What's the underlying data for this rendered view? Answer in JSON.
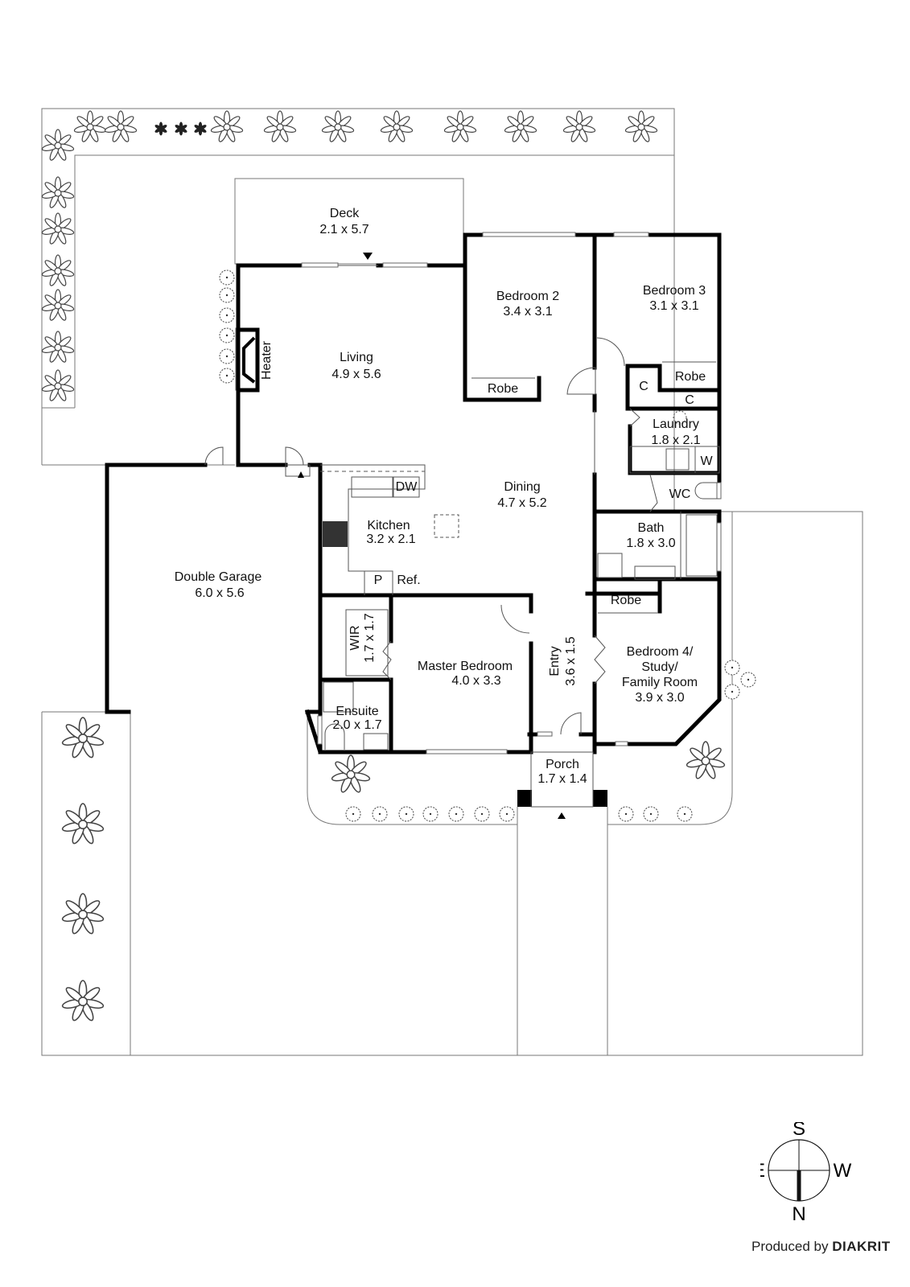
{
  "floorplan": {
    "rooms": [
      {
        "id": "deck",
        "name": "Deck",
        "dims": "2.1 x 5.7"
      },
      {
        "id": "living",
        "name": "Living",
        "dims": "4.9 x 5.6"
      },
      {
        "id": "bedroom2",
        "name": "Bedroom 2",
        "dims": "3.4 x 3.1"
      },
      {
        "id": "bedroom3",
        "name": "Bedroom 3",
        "dims": "3.1 x 3.1"
      },
      {
        "id": "laundry",
        "name": "Laundry",
        "dims": "1.8 x 2.1"
      },
      {
        "id": "dining",
        "name": "Dining",
        "dims": "4.7 x 5.2"
      },
      {
        "id": "kitchen",
        "name": "Kitchen",
        "dims": "3.2 x 2.1"
      },
      {
        "id": "bath",
        "name": "Bath",
        "dims": "1.8 x 3.0"
      },
      {
        "id": "garage",
        "name": "Double Garage",
        "dims": "6.0 x 5.6"
      },
      {
        "id": "wir",
        "name": "WIR",
        "dims": "1.7 x 1.7"
      },
      {
        "id": "master",
        "name": "Master Bedroom",
        "dims": "4.0 x 3.3"
      },
      {
        "id": "entry",
        "name": "Entry",
        "dims": "3.6 x 1.5"
      },
      {
        "id": "bedroom4",
        "name_lines": [
          "Bedroom 4/",
          "Study/",
          "Family Room"
        ],
        "dims": "3.9 x 3.0"
      },
      {
        "id": "ensuite",
        "name": "Ensuite",
        "dims": "2.0 x 1.7"
      },
      {
        "id": "porch",
        "name": "Porch",
        "dims": "1.7 x 1.4"
      }
    ],
    "fixtures": {
      "heater": "Heater",
      "robe": "Robe",
      "cupboard": "C",
      "washer": "W",
      "wc": "WC",
      "dishwasher": "DW",
      "pantry": "P",
      "fridge": "Ref."
    }
  },
  "compass": {
    "top": "S",
    "bottom": "N",
    "left": "E",
    "right": "W"
  },
  "credit": {
    "prefix": "Produced by ",
    "brand": "DIAKRIT"
  }
}
